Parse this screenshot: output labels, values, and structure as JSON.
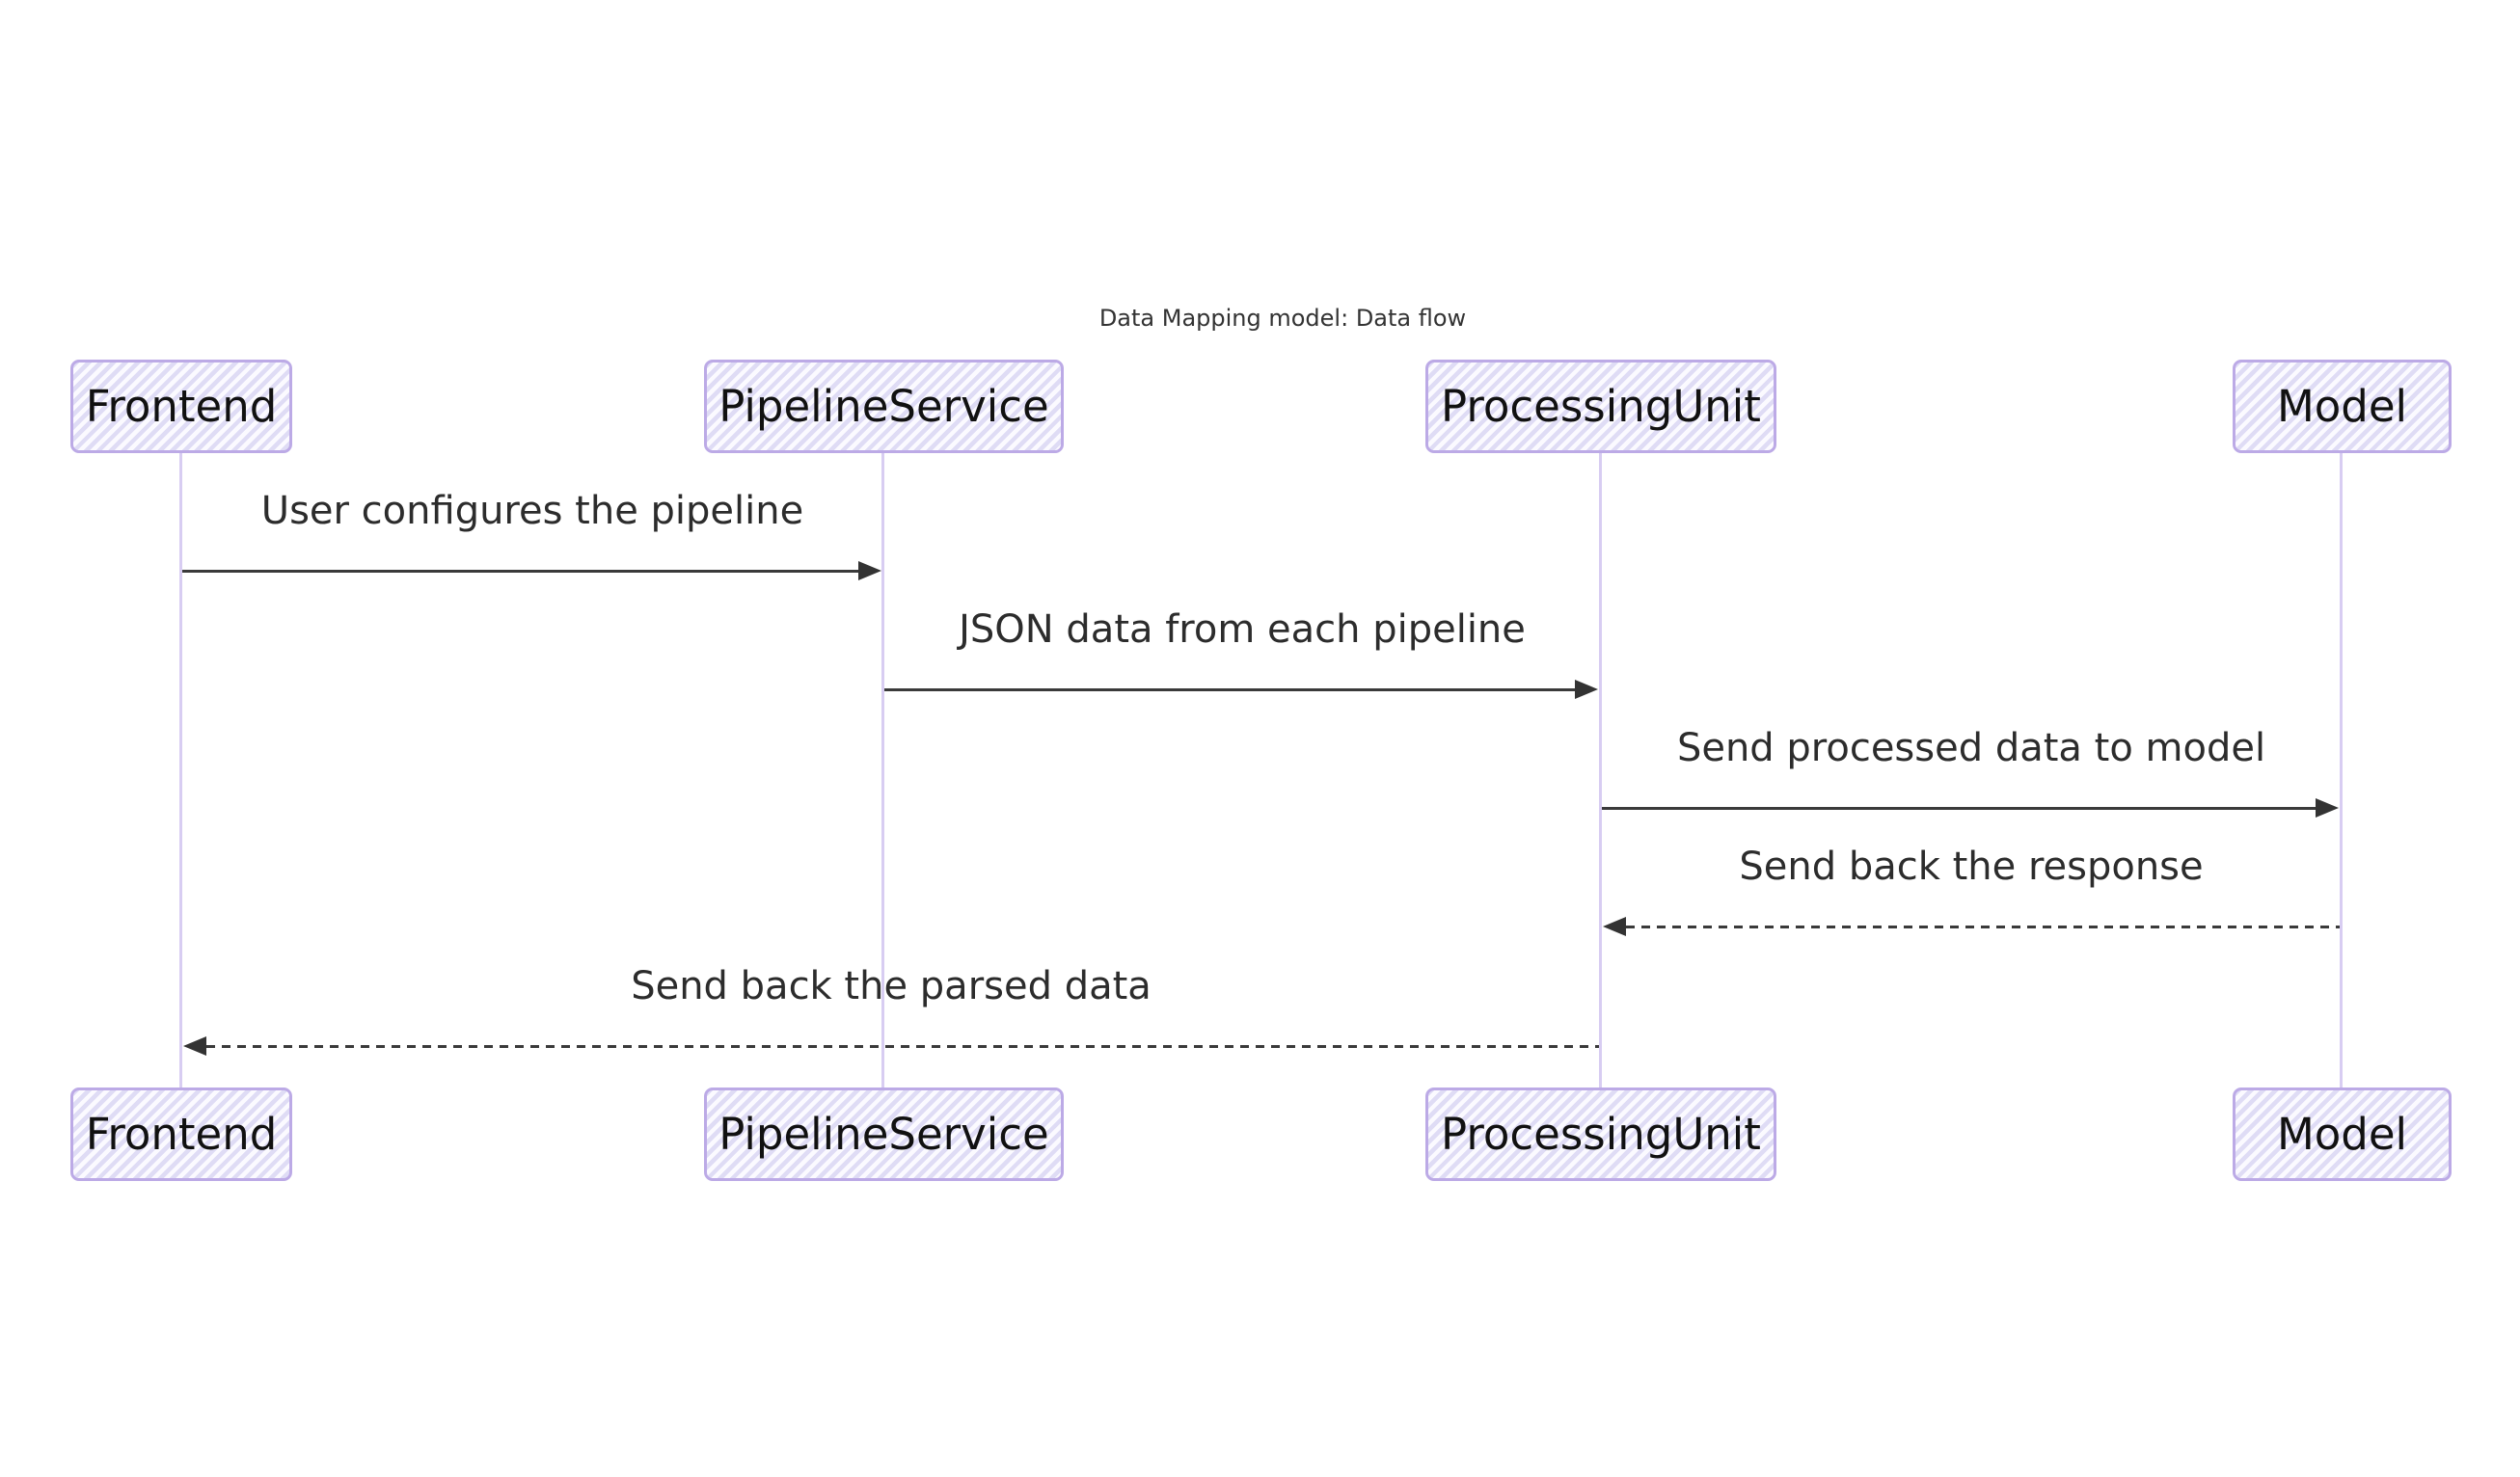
{
  "title": "Data Mapping model: Data flow",
  "diagram_type": "sequence-diagram",
  "participants": [
    {
      "name": "Frontend"
    },
    {
      "name": "PipelineService"
    },
    {
      "name": "ProcessingUnit"
    },
    {
      "name": "Model"
    }
  ],
  "messages": [
    {
      "from": "Frontend",
      "to": "PipelineService",
      "text": "User configures the pipeline",
      "line": "solid",
      "arrow": "filled"
    },
    {
      "from": "PipelineService",
      "to": "ProcessingUnit",
      "text": "JSON data from each pipeline",
      "line": "solid",
      "arrow": "filled"
    },
    {
      "from": "ProcessingUnit",
      "to": "Model",
      "text": "Send processed data to model",
      "line": "solid",
      "arrow": "filled"
    },
    {
      "from": "Model",
      "to": "ProcessingUnit",
      "text": "Send back the response",
      "line": "dashed",
      "arrow": "filled"
    },
    {
      "from": "ProcessingUnit",
      "to": "Frontend",
      "text": "Send back the parsed data",
      "line": "dashed",
      "arrow": "filled"
    }
  ],
  "colors": {
    "background": "#ffffff",
    "actor_fill_stripe": "#dfdcf5",
    "actor_fill_base": "#fbfaff",
    "actor_border": "#bcaae6",
    "lifeline": "#d8cdf2",
    "arrow": "#333333",
    "text": "#2c2c2c",
    "title_text": "#333333"
  }
}
